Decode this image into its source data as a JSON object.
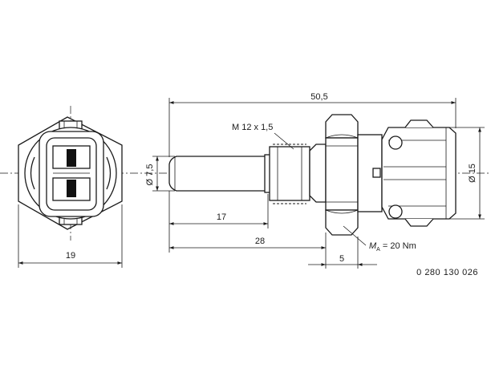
{
  "dimensions": {
    "hex_width": "19",
    "overall_length": "50,5",
    "thread": "M 12 x 1,5",
    "probe_diameter": "Ø 7,5",
    "probe_length": "17",
    "thread_to_face": "28",
    "thread_length": "5",
    "connector_diameter": "Ø 15"
  },
  "torque": {
    "symbol": "M",
    "subscript": "A",
    "value": " = 20 Nm"
  },
  "part_number": "0 280 130 026"
}
